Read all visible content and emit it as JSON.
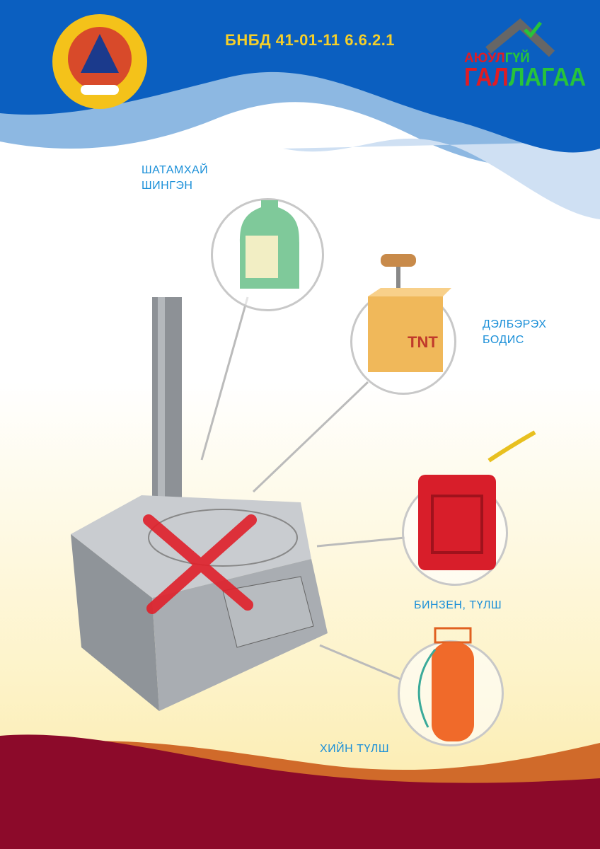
{
  "header": {
    "code": "БНБД 41-01-11 6.6.2.1"
  },
  "brand": {
    "line1_a": "АЮУЛ",
    "line1_b": "ГҮЙ",
    "line2_a": "ГАЛ",
    "line2_b": "ЛАГАА"
  },
  "items": [
    {
      "label_1": "ШАТАМХАЙ",
      "label_2": "ШИНГЭН",
      "icon": "bottle-icon"
    },
    {
      "label_1": "ДЭЛБЭРЭХ",
      "label_2": "БОДИС",
      "icon": "tnt-icon"
    },
    {
      "label_1": "БИНЗЕН, ТҮЛШ",
      "icon": "jerrycan-icon"
    },
    {
      "label_1": "ХИЙН ТҮЛШ",
      "icon": "gas-cylinder-icon"
    }
  ],
  "box_label": "TNT",
  "colors": {
    "blue": "#0b5fc0",
    "light_blue": "#8db8e2",
    "maroon": "#8c0a2a",
    "orange": "#d06a2a",
    "accent_yellow": "#f5cf2a",
    "cross_red": "#e0202a"
  }
}
